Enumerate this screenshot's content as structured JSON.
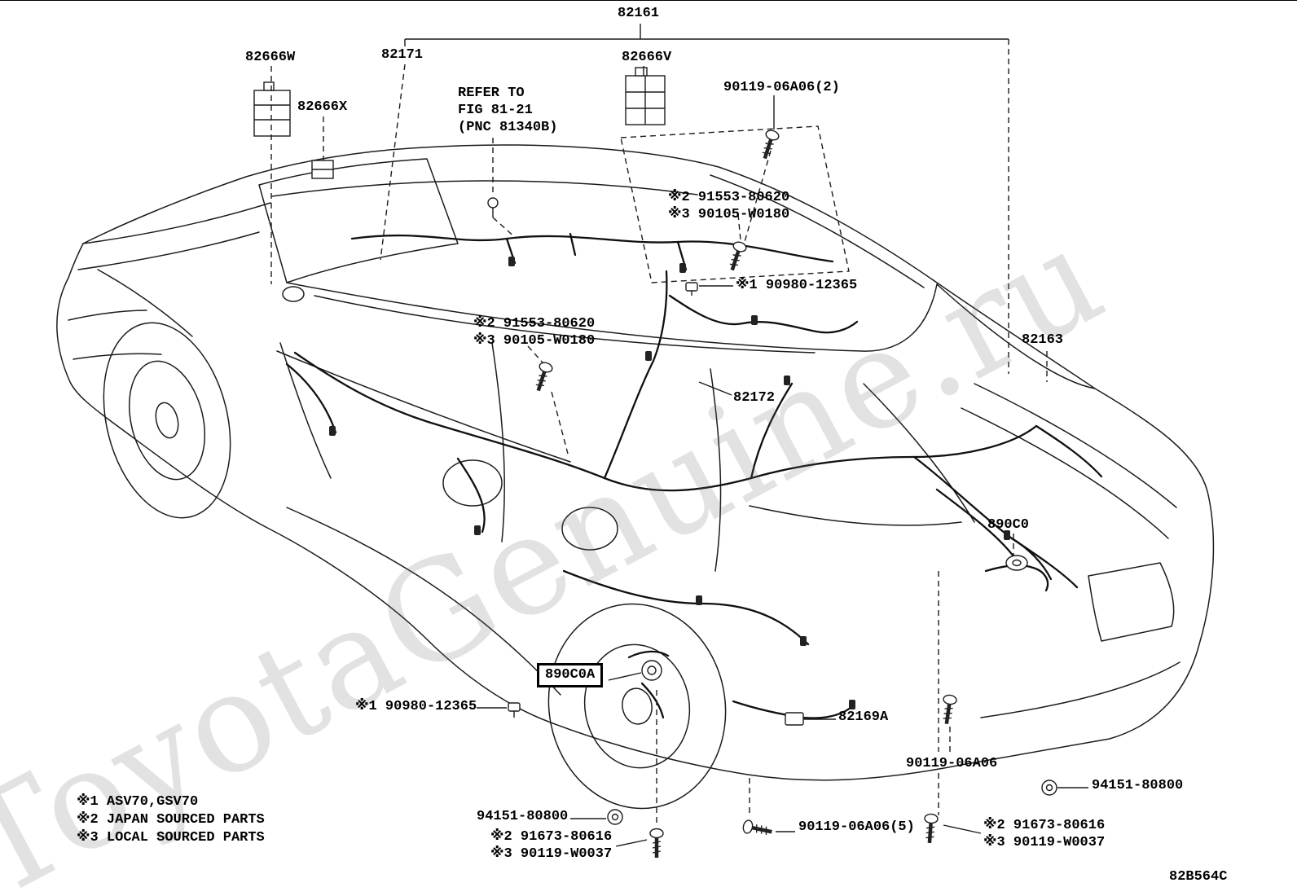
{
  "watermark": "ToyotaGenuine.ru",
  "diagram_code": "82B564C",
  "legend": {
    "line1": "※1 ASV70,GSV70",
    "line2": "※2 JAPAN SOURCED PARTS",
    "line3": "※3 LOCAL SOURCED PARTS"
  },
  "labels": {
    "p82161": "82161",
    "p82666W": "82666W",
    "p82171": "82171",
    "p82666X": "82666X",
    "p82666V": "82666V",
    "refer_note": "REFER TO\nFIG 81-21\n(PNC 81340B)",
    "p90119_06A06_2": "90119-06A06(2)",
    "note_91553_upper": "※2 91553-80620\n※3 90105-W0180",
    "p90980_12365_mid": "※1 90980-12365",
    "note_91553_lower": "※2 91553-80620\n※3 90105-W0180",
    "p82163": "82163",
    "p82172": "82172",
    "p890C0": "890C0",
    "p890C0A": "890C0A",
    "p90980_12365_low": "※1 90980-12365",
    "p82169A": "82169A",
    "p90119_06A06": "90119-06A06",
    "p94151_80800_right": "94151-80800",
    "p94151_80800_bottom": "94151-80800",
    "p90119_06A06_5": "90119-06A06(5)",
    "note_91673_bottom": "※2 91673-80616\n※3 90119-W0037",
    "note_91673_right": "※2 91673-80616\n※3 90119-W0037"
  }
}
